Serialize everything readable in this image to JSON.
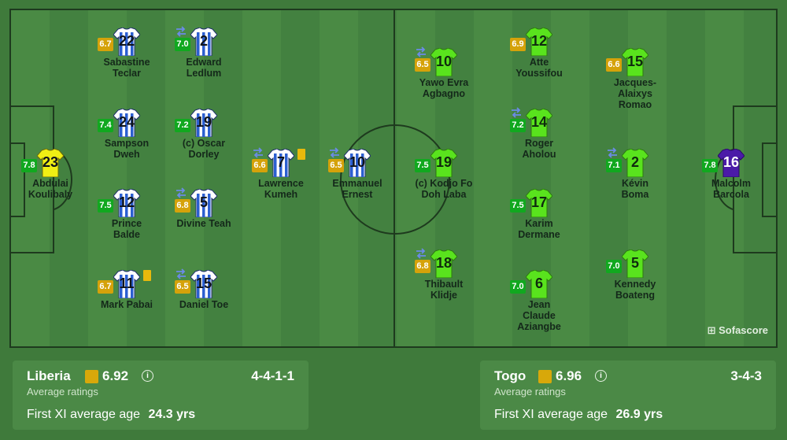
{
  "colors": {
    "rating_green": "#11a81f",
    "rating_yellow": "#d5a20a",
    "home_shirt": "#ffffff / #2f5fd0 stripes",
    "home_gk_shirt": "#f0f014",
    "away_shirt": "#56e21c",
    "away_gk_shirt": "#4a1aa8"
  },
  "logo": {
    "text": "Sofascore"
  },
  "home": {
    "name": "Liberia",
    "avg_rating": "6.92",
    "avg_label": "Average ratings",
    "formation": "4-4-1-1",
    "age_label": "First XI average age",
    "age_value": "24.3 yrs"
  },
  "away": {
    "name": "Togo",
    "avg_rating": "6.96",
    "avg_label": "Average ratings",
    "formation": "3-4-3",
    "age_label": "First XI average age",
    "age_value": "26.9 yrs"
  },
  "players": [
    {
      "number": "23",
      "name": "Abdulai\nKoulibaly",
      "rating": "7.8",
      "rating_color": "green",
      "kit": "home_gk",
      "sub": false,
      "card": false
    },
    {
      "number": "22",
      "name": "Sabastine\nTeclar",
      "rating": "6.7",
      "rating_color": "yellow",
      "kit": "home",
      "sub": false,
      "card": false
    },
    {
      "number": "24",
      "name": "Sampson\nDweh",
      "rating": "7.4",
      "rating_color": "green",
      "kit": "home",
      "sub": false,
      "card": false
    },
    {
      "number": "12",
      "name": "Prince\nBalde",
      "rating": "7.5",
      "rating_color": "green",
      "kit": "home",
      "sub": false,
      "card": false
    },
    {
      "number": "11",
      "name": "Mark Pabai",
      "rating": "6.7",
      "rating_color": "yellow",
      "kit": "home",
      "sub": false,
      "card": true
    },
    {
      "number": "2",
      "name": "Edward\nLedlum",
      "rating": "7.0",
      "rating_color": "green",
      "kit": "home",
      "sub": true,
      "card": false
    },
    {
      "number": "19",
      "name": "(c) Oscar\nDorley",
      "rating": "7.2",
      "rating_color": "green",
      "kit": "home",
      "sub": false,
      "card": false
    },
    {
      "number": "5",
      "name": "Divine Teah",
      "rating": "6.8",
      "rating_color": "yellow",
      "kit": "home",
      "sub": true,
      "card": false
    },
    {
      "number": "15",
      "name": "Daniel Toe",
      "rating": "6.5",
      "rating_color": "yellow",
      "kit": "home",
      "sub": true,
      "card": false
    },
    {
      "number": "7",
      "name": "Lawrence\nKumeh",
      "rating": "6.6",
      "rating_color": "yellow",
      "kit": "home",
      "sub": true,
      "card": true
    },
    {
      "number": "10",
      "name": "Emmanuel\nErnest",
      "rating": "6.5",
      "rating_color": "yellow",
      "kit": "home",
      "sub": true,
      "card": false
    },
    {
      "number": "10",
      "name": "Yawo Evra\nAgbagno",
      "rating": "6.5",
      "rating_color": "yellow",
      "kit": "away",
      "sub": true,
      "card": false
    },
    {
      "number": "19",
      "name": "(c) Kodjo Fo\nDoh Laba",
      "rating": "7.5",
      "rating_color": "green",
      "kit": "away",
      "sub": false,
      "card": false
    },
    {
      "number": "18",
      "name": "Thibault\nKlidje",
      "rating": "6.8",
      "rating_color": "yellow",
      "kit": "away",
      "sub": true,
      "card": false
    },
    {
      "number": "12",
      "name": "Atte\nYoussifou",
      "rating": "6.9",
      "rating_color": "yellow",
      "kit": "away",
      "sub": false,
      "card": false
    },
    {
      "number": "14",
      "name": "Roger\nAholou",
      "rating": "7.2",
      "rating_color": "green",
      "kit": "away",
      "sub": true,
      "card": false
    },
    {
      "number": "17",
      "name": "Karim\nDermane",
      "rating": "7.5",
      "rating_color": "green",
      "kit": "away",
      "sub": false,
      "card": false
    },
    {
      "number": "6",
      "name": "Jean\nClaude\nAziangbe",
      "rating": "7.0",
      "rating_color": "green",
      "kit": "away",
      "sub": false,
      "card": false
    },
    {
      "number": "15",
      "name": "Jacques-\nAlaixys\nRomao",
      "rating": "6.6",
      "rating_color": "yellow",
      "kit": "away",
      "sub": false,
      "card": false
    },
    {
      "number": "2",
      "name": "Kévin\nBoma",
      "rating": "7.1",
      "rating_color": "green",
      "kit": "away",
      "sub": true,
      "card": false
    },
    {
      "number": "5",
      "name": "Kennedy\nBoateng",
      "rating": "7.0",
      "rating_color": "green",
      "kit": "away",
      "sub": false,
      "card": false
    },
    {
      "number": "16",
      "name": "Malcolm\nBarcola",
      "rating": "7.8",
      "rating_color": "green",
      "kit": "away_gk",
      "sub": false,
      "card": false
    }
  ]
}
